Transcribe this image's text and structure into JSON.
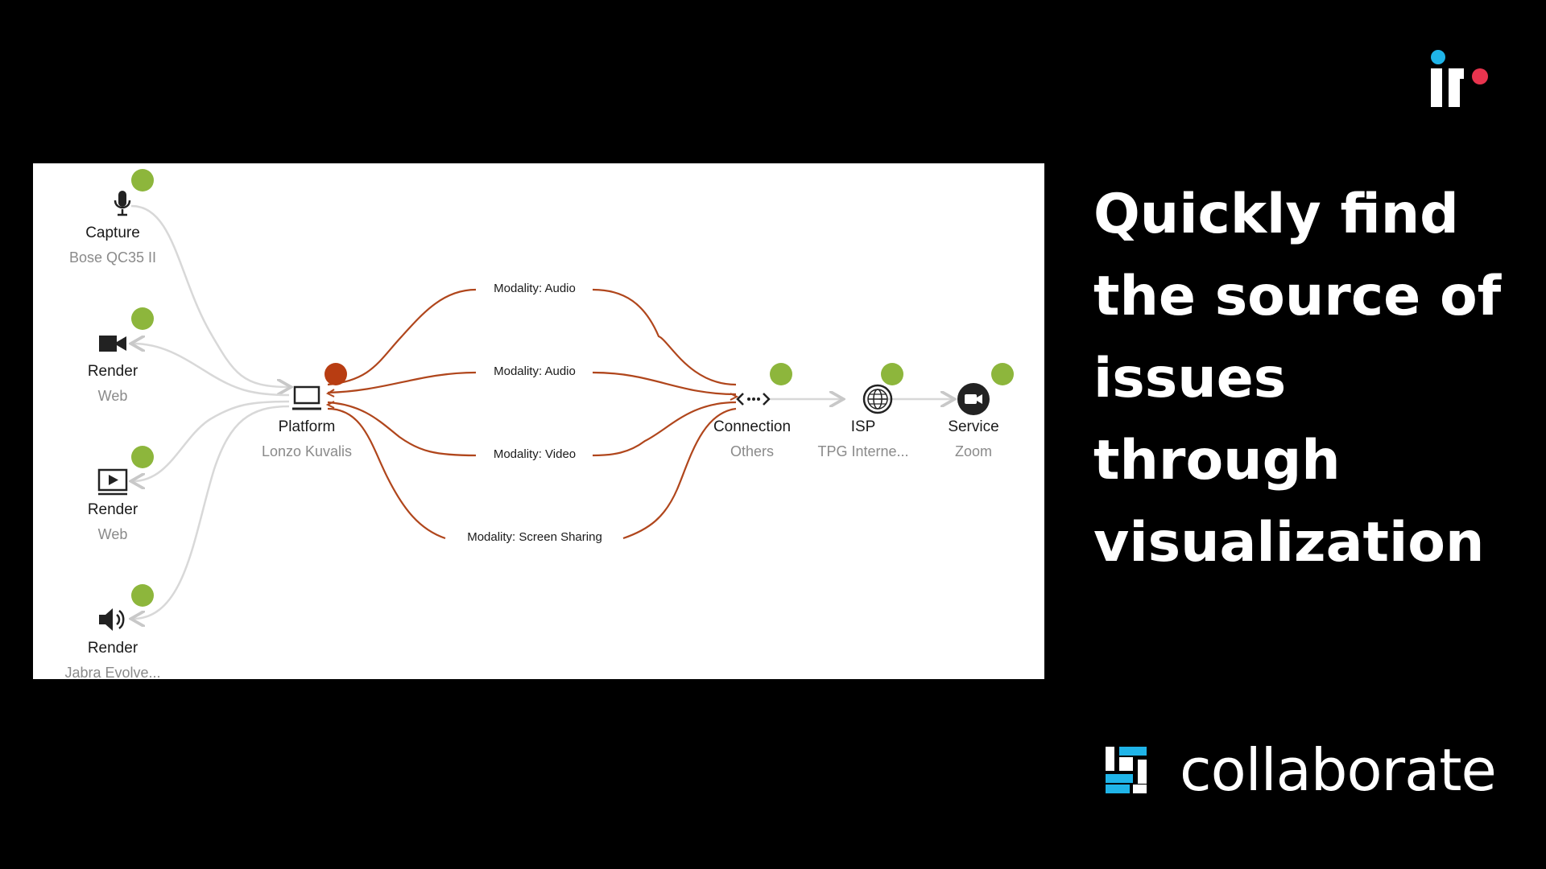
{
  "headline": {
    "lines": [
      "Quickly find",
      "the source of",
      "issues",
      "through",
      "visualization"
    ]
  },
  "brand": {
    "wordmark": "collaborate",
    "accent_blue": "#1fb4e8",
    "accent_red": "#e8344e"
  },
  "diagram": {
    "colors": {
      "ok": "#8db63c",
      "issue": "#b83d12",
      "issue_link": "#b0461c",
      "link": "#d8d8d8"
    },
    "left_nodes": [
      {
        "title": "Capture",
        "subtitle": "Bose QC35 II",
        "icon": "microphone-icon",
        "status": "ok"
      },
      {
        "title": "Render",
        "subtitle": "Web",
        "icon": "video-camera-icon",
        "status": "ok"
      },
      {
        "title": "Render",
        "subtitle": "Web",
        "icon": "screen-play-icon",
        "status": "ok"
      },
      {
        "title": "Render",
        "subtitle": "Jabra Evolve...",
        "icon": "speaker-icon",
        "status": "ok"
      }
    ],
    "platform": {
      "title": "Platform",
      "subtitle": "Lonzo Kuvalis",
      "icon": "laptop-icon",
      "status": "issue"
    },
    "modalities": [
      "Modality: Audio",
      "Modality: Audio",
      "Modality: Video",
      "Modality: Screen Sharing"
    ],
    "right_nodes": [
      {
        "title": "Connection",
        "subtitle": "Others",
        "icon": "connection-arrows-icon",
        "status": "ok"
      },
      {
        "title": "ISP",
        "subtitle": "TPG Interne...",
        "icon": "globe-icon",
        "status": "ok"
      },
      {
        "title": "Service",
        "subtitle": "Zoom",
        "icon": "zoom-camera-icon",
        "status": "ok"
      }
    ]
  }
}
